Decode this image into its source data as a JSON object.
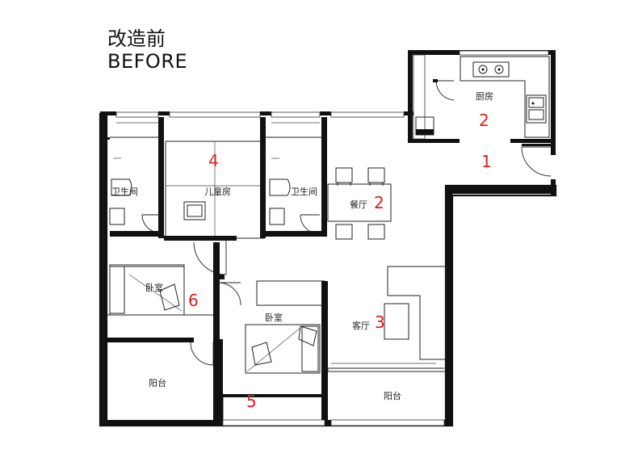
{
  "title": {
    "cn": "改造前",
    "en": "BEFORE"
  },
  "rooms": {
    "kitchen": "厨房",
    "bath_left": "卫生间",
    "kids_room": "儿童房",
    "bath_right": "卫生间",
    "dining": "餐厅",
    "bedroom_left": "卧室",
    "bedroom_center": "卧室",
    "living": "客厅",
    "balcony_left": "阳台",
    "balcony_right": "阳台"
  },
  "markers": {
    "m1": "1",
    "m2_kitchen": "2",
    "m2_dining": "2",
    "m3": "3",
    "m4": "4",
    "m5": "5",
    "m6": "6"
  },
  "colors": {
    "marker": "#d62020",
    "wall": "#111111"
  }
}
